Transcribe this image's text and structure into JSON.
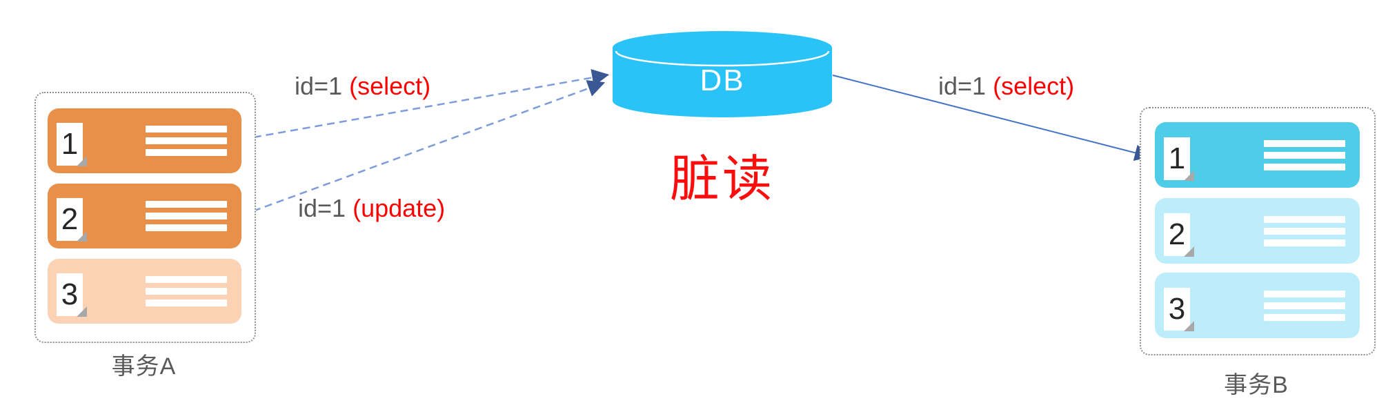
{
  "diagram": {
    "title": "脏读",
    "db_label": "DB",
    "transaction_a": {
      "label": "事务A",
      "steps": [
        "1",
        "2",
        "3"
      ]
    },
    "transaction_b": {
      "label": "事务B",
      "steps": [
        "1",
        "2",
        "3"
      ]
    },
    "arrows": {
      "a_select": {
        "prefix": "id=1",
        "op": "(select)",
        "style": "dashed"
      },
      "a_update": {
        "prefix": "id=1",
        "op": "(update)",
        "style": "dashed"
      },
      "b_select": {
        "prefix": "id=1",
        "op": "(select)",
        "style": "solid"
      }
    },
    "colors": {
      "orange_active": "#E8904A",
      "orange_faded": "#FBD3B4",
      "db_cyan": "#29C3F7",
      "cyan_active": "#4FCDE8",
      "cyan_faded": "#BDEDFB",
      "dashed_arrow_line": "#7D9CD9",
      "solid_arrow_line": "#4472C4",
      "arrow_head": "#3A5894",
      "label_gray": "#595959",
      "highlight_red": "#FF0000"
    }
  }
}
